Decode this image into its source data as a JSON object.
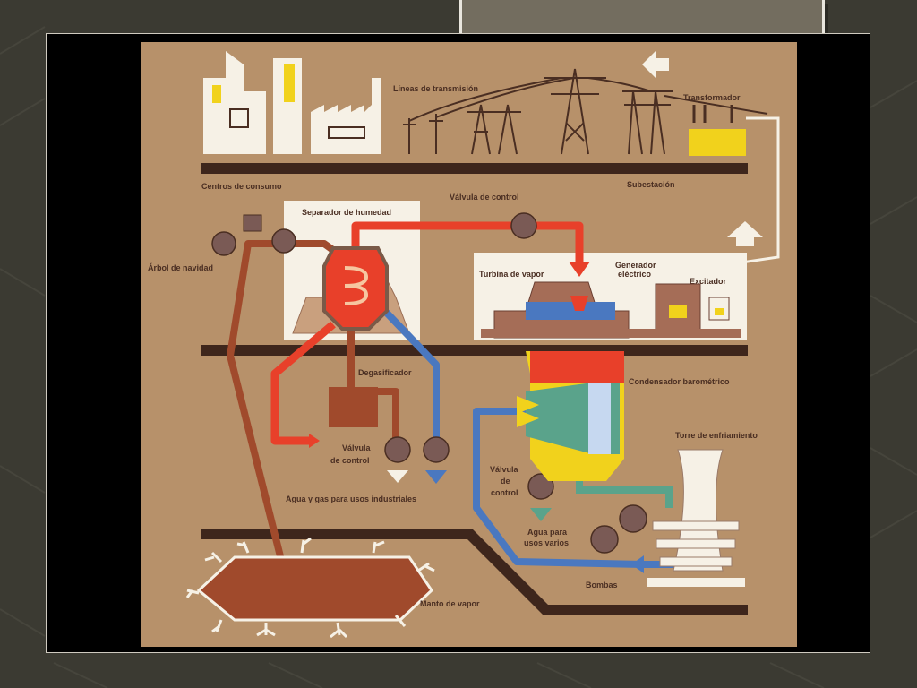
{
  "diagram": {
    "labels": {
      "consumption_centers": "Centros de consumo",
      "transmission_lines": "Líneas de transmisión",
      "transformer": "Transformador",
      "substation": "Subestación",
      "control_valve_top": "Válvula de control",
      "moisture_separator": "Separador de humedad",
      "christmas_tree": "Árbol de navidad",
      "steam_turbine": "Turbina de vapor",
      "generator_line1": "Generador",
      "generator_line2": "eléctrico",
      "exciter": "Excitador",
      "degasifier": "Degasificador",
      "barometric_condenser": "Condensador barométrico",
      "cooling_tower": "Torre de enfriamiento",
      "control_valve_mid_1": "Válvula",
      "control_valve_mid_2": "de control",
      "control_valve_right_1": "Válvula",
      "control_valve_right_2": "de",
      "control_valve_right_3": "control",
      "water_gas_industrial": "Agua y gas para usos industriales",
      "water_various_1": "Agua para",
      "water_various_2": "usos varios",
      "pumps": "Bombas",
      "steam_mantle": "Manto de vapor"
    },
    "colors": {
      "background": "#b7916a",
      "hot_pipe": "#e8402a",
      "brine_pipe": "#a04a2c",
      "cold_pipe": "#4a78c0",
      "ground": "#3e261c",
      "building": "#f6f1e6",
      "transformer_yellow": "#f1d21c"
    }
  }
}
